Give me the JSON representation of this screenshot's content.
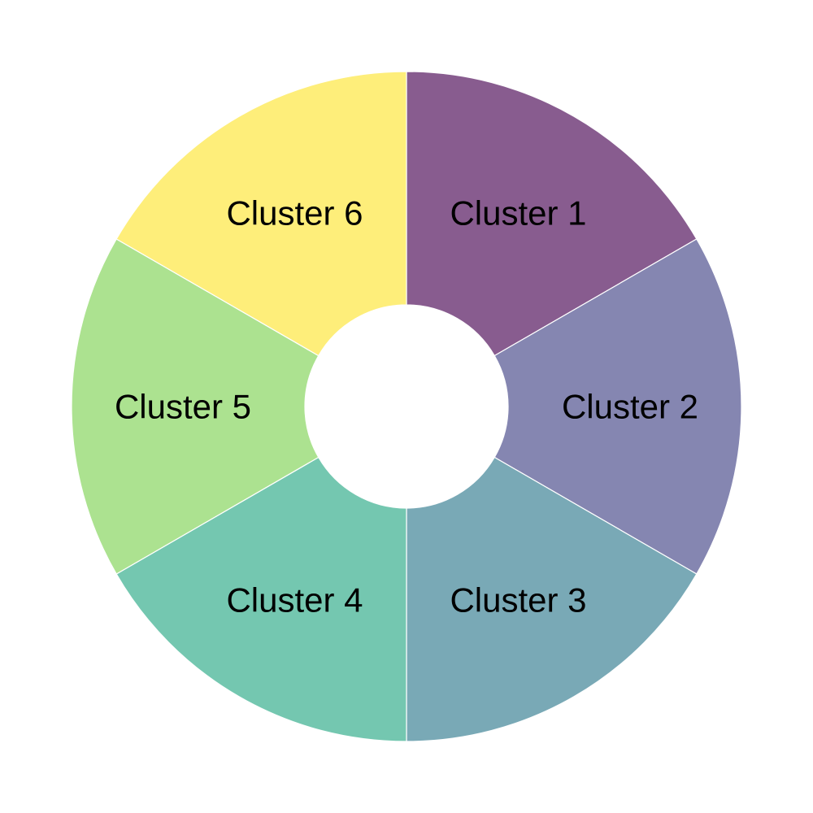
{
  "chart_data": {
    "type": "pie",
    "variant": "donut",
    "title": "",
    "start_angle": "12 o'clock",
    "direction": "clockwise",
    "slices": [
      {
        "label": "Cluster 1",
        "value": 1,
        "color": "#885C8F"
      },
      {
        "label": "Cluster 2",
        "value": 1,
        "color": "#8586B1"
      },
      {
        "label": "Cluster 3",
        "value": 1,
        "color": "#79A9B6"
      },
      {
        "label": "Cluster 4",
        "value": 1,
        "color": "#74C7B0"
      },
      {
        "label": "Cluster 5",
        "value": 1,
        "color": "#ACE290"
      },
      {
        "label": "Cluster 6",
        "value": 1,
        "color": "#FEEE7A"
      }
    ]
  }
}
